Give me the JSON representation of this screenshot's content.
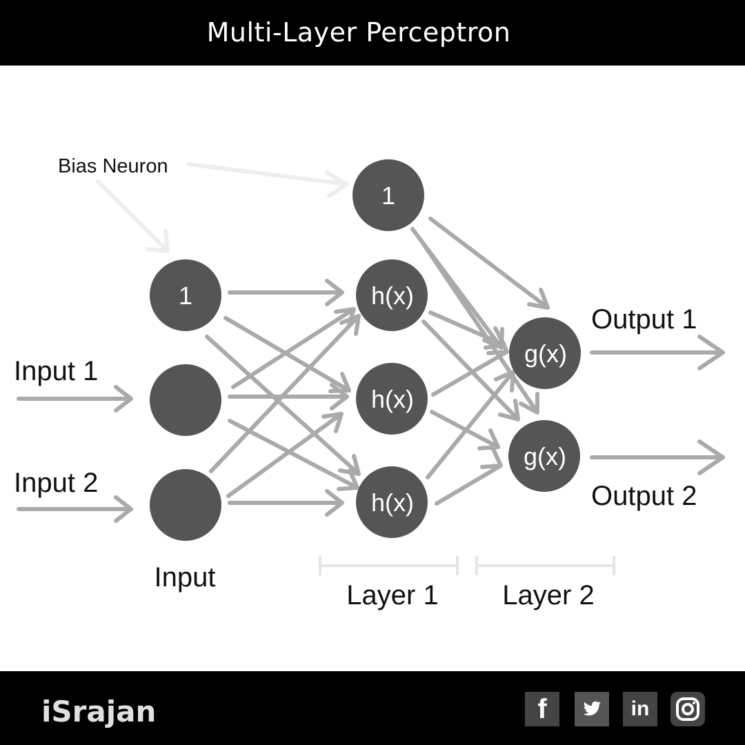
{
  "header": {
    "title": "Multi-Layer Perceptron"
  },
  "diagram": {
    "bias_label": "Bias Neuron",
    "input_labels": [
      "Input 1",
      "Input 2"
    ],
    "output_labels": [
      "Output 1",
      "Output 2"
    ],
    "layer_labels": {
      "input": "Input",
      "layer1": "Layer 1",
      "layer2": "Layer 2"
    },
    "input_bias_neuron": "1",
    "hidden_bias_neuron": "1",
    "hidden_neuron": "h(x)",
    "output_neuron": "g(x)"
  },
  "footer": {
    "brand": "iSrajan",
    "social": [
      {
        "name": "facebook-icon",
        "glyph": "f"
      },
      {
        "name": "twitter-icon",
        "glyph": "🐦"
      },
      {
        "name": "linkedin-icon",
        "glyph": "in"
      },
      {
        "name": "instagram-icon",
        "glyph": "◎"
      }
    ]
  },
  "colors": {
    "neuron": "#555555",
    "arrow": "#aaaaaa",
    "bias_arrow": "#eeeeee",
    "bracket": "#e5e5e5",
    "background": "#ffffff",
    "bars": "#000000"
  }
}
